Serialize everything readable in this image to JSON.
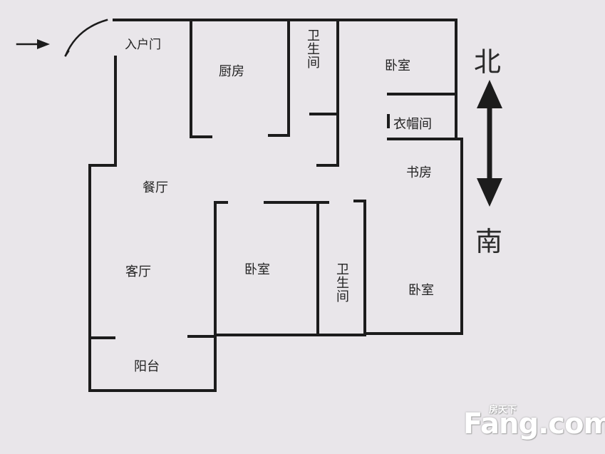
{
  "rooms": {
    "entrance": "入户门",
    "kitchen": "厨房",
    "bathroom_top": "卫生间",
    "bedroom_ne": "卧室",
    "closet": "衣帽间",
    "study": "书房",
    "dining": "餐厅",
    "living": "客厅",
    "bedroom_middle": "卧室",
    "bathroom_middle": "卫生间",
    "bedroom_se": "卧室",
    "balcony": "阳台"
  },
  "compass": {
    "north": "北",
    "south": "南"
  },
  "watermark": {
    "brand_cn": "房天下",
    "brand_en": "Fang.com"
  },
  "colors": {
    "wall": "#1c1c1c",
    "background": "#e9e6ea"
  }
}
